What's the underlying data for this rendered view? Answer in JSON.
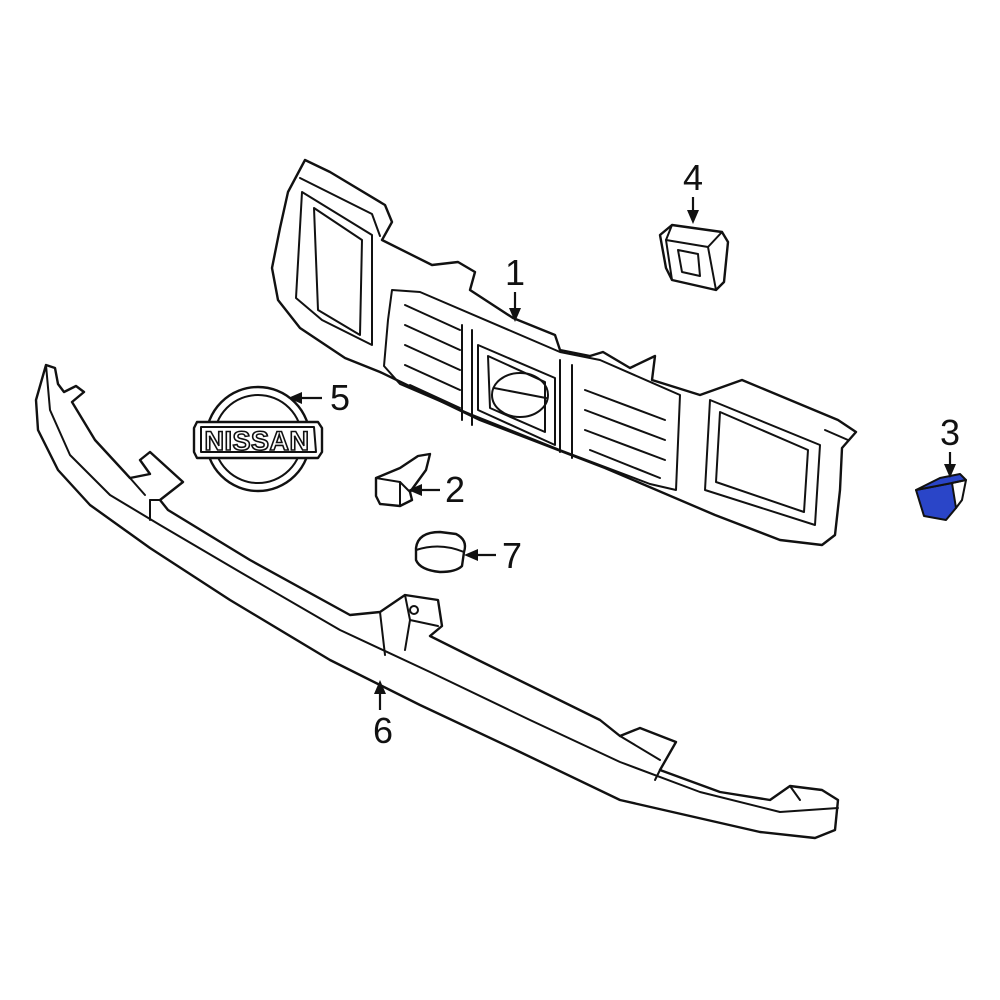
{
  "diagram": {
    "highlight_color": "#2a45c8",
    "highlighted_part": "3",
    "callouts": [
      {
        "id": "c1",
        "label": "1"
      },
      {
        "id": "c2",
        "label": "2"
      },
      {
        "id": "c3",
        "label": "3"
      },
      {
        "id": "c4",
        "label": "4"
      },
      {
        "id": "c5",
        "label": "5"
      },
      {
        "id": "c6",
        "label": "6"
      },
      {
        "id": "c7",
        "label": "7"
      }
    ],
    "emblem_text": "NISSAN"
  }
}
